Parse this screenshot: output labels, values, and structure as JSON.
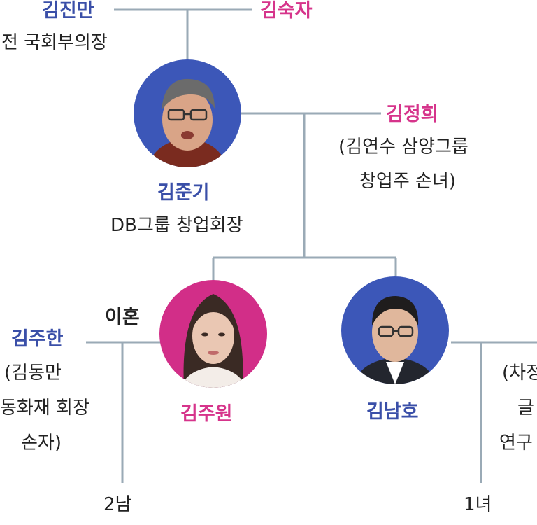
{
  "colors": {
    "male": "#3a4fa8",
    "female": "#d6348b",
    "line": "#9aaab6"
  },
  "people": {
    "kim_jinman": {
      "name": "김진만",
      "title": "전 국회부의장"
    },
    "kim_sukja": {
      "name": "김숙자"
    },
    "kim_jungi": {
      "name": "김준기",
      "title": "DB그룹 창업회장"
    },
    "kim_jeonghui": {
      "name": "김정희",
      "title_line1": "(김연수 삼양그룹",
      "title_line2": "창업주 손녀)"
    },
    "kim_juwon": {
      "name": "김주원"
    },
    "kim_namho": {
      "name": "김남호"
    },
    "kim_juhan": {
      "name": "김주한",
      "title_line1": "(김동만",
      "title_line2": "동화재 회장",
      "title_line3": "손자)"
    },
    "namho_spouse": {
      "title_line1": "(차정",
      "title_line2": "글",
      "title_line3": "연구"
    }
  },
  "labels": {
    "divorce": "이혼",
    "juhan_children": "2남",
    "namho_children": "1녀"
  },
  "icons": {
    "jungi": "elderly-man-photo",
    "juwon": "woman-photo",
    "namho": "man-photo"
  }
}
